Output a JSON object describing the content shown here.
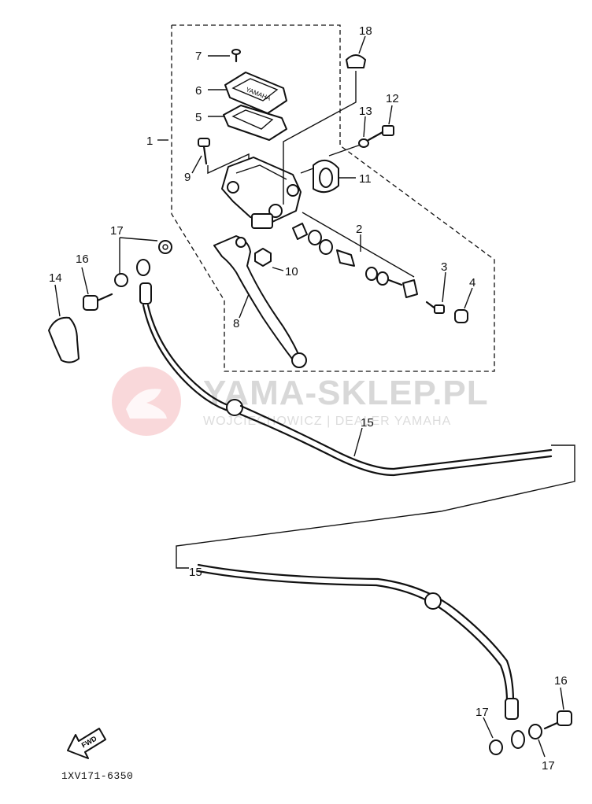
{
  "watermark": {
    "brand": "YAMA-SKLEP.PL",
    "subtitle": "WOJCIECHOWICZ | DEALER YAMAHA",
    "logo_color": "#f2a9ad"
  },
  "diagram_code": "1XV171-6350",
  "fwd_label": "FWD",
  "cover_text": "YAMAHA",
  "callouts": {
    "c1": "1",
    "c2": "2",
    "c3": "3",
    "c4": "4",
    "c5": "5",
    "c6": "6",
    "c7": "7",
    "c8": "8",
    "c9": "9",
    "c10": "10",
    "c11": "11",
    "c12": "12",
    "c13": "13",
    "c14": "14",
    "c15a": "15",
    "c15b": "15",
    "c16a": "16",
    "c16b": "16",
    "c17a": "17",
    "c17b": "17",
    "c17c": "17",
    "c18": "18"
  }
}
